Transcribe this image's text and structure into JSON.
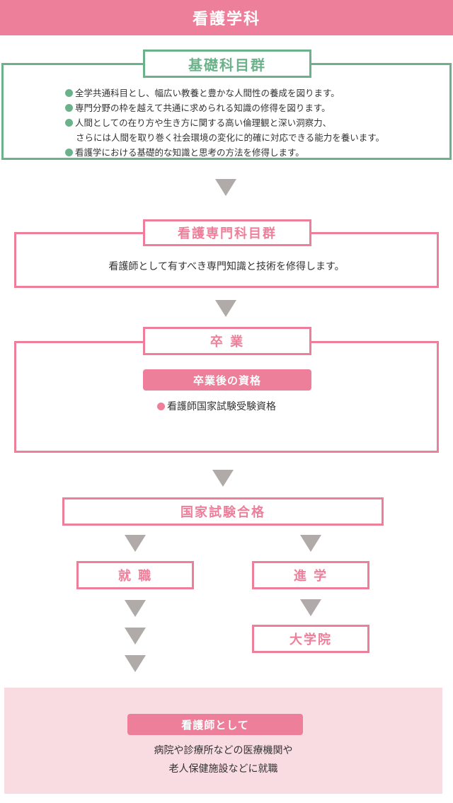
{
  "header": {
    "title": "看護学科"
  },
  "basic": {
    "label": "基礎科目群",
    "items": [
      "全学共通科目とし、幅広い教養と豊かな人間性の養成を図ります。",
      "専門分野の枠を越えて共通に求められる知識の修得を図ります。",
      "人間としての在り方や生き方に関する高い倫理観と深い洞察力、",
      "さらには人間を取り巻く社会環境の変化に的確に対応できる能力を養います。",
      "看護学における基礎的な知識と思考の方法を修得します。"
    ]
  },
  "specialized": {
    "label": "看護専門科目群",
    "text": "看護師として有すべき専門知識と技術を修得します。"
  },
  "graduation": {
    "label": "卒 業",
    "qual_label": "卒業後の資格",
    "qual_item": "看護師国家試験受験資格"
  },
  "exam": {
    "label": "国家試験合格"
  },
  "employment": {
    "label": "就 職"
  },
  "advance": {
    "label": "進 学"
  },
  "grad_school": {
    "label": "大学院"
  },
  "nurse": {
    "label": "看護師として",
    "line1": "病院や診療所などの医療機関や",
    "line2": "老人保健施設などに就職"
  },
  "colors": {
    "pink": "#ee7f9a",
    "green": "#6bb28b",
    "arrow": "#b0aaa8",
    "panel": "#f9dbe2"
  }
}
